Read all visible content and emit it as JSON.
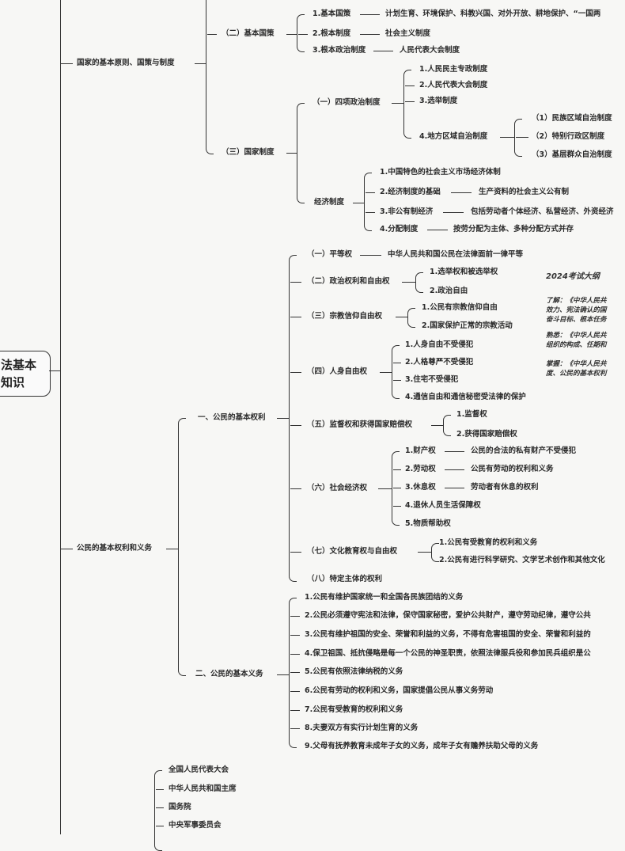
{
  "root": {
    "line1": "法基本",
    "line2": "知识"
  },
  "principles": {
    "label": "国家的基本原则、国策与制度",
    "policy": {
      "label": "（二）基本国策",
      "items": [
        {
          "k": "1.基本国策",
          "v": "计划生育、环境保护、科教兴国、对外开放、耕地保护、“一国两"
        },
        {
          "k": "2.根本制度",
          "v": "社会主义制度"
        },
        {
          "k": "3.根本政治制度",
          "v": "人民代表大会制度"
        }
      ]
    },
    "system": {
      "label": "（三）国家制度",
      "political": {
        "label": "（一）四项政治制度",
        "items": [
          "1.人民民主专政制度",
          "2.人民代表大会制度",
          "3.选举制度",
          "4.地方区域自治制度"
        ],
        "sub": [
          "（1）民族区域自治制度",
          "（2）特别行政区制度",
          "（3）基层群众自治制度"
        ]
      },
      "economic": {
        "label": "经济制度",
        "items": [
          {
            "k": "1.中国特色的社会主义市场经济体制"
          },
          {
            "k": "2.经济制度的基础",
            "v": "生产资料的社会主义公有制"
          },
          {
            "k": "3.非公有制经济",
            "v": "包括劳动者个体经济、私营经济、外资经济"
          },
          {
            "k": "4.分配制度",
            "v": "按劳分配为主体、多种分配方式并存"
          }
        ]
      }
    }
  },
  "citizens": {
    "label": "公民的基本权利和义务",
    "rights": {
      "label": "一、公民的基本权利",
      "groups": [
        {
          "label": "（一）平等权",
          "v": "中华人民共和国公民在法律面前一律平等"
        },
        {
          "label": "（二）政治权利和自由权",
          "items": [
            "1.选举权和被选举权",
            "2.政治自由"
          ]
        },
        {
          "label": "（三）宗教信仰自由权",
          "items": [
            "1.公民有宗教信仰自由",
            "2.国家保护正常的宗教活动"
          ]
        },
        {
          "label": "（四）人身自由权",
          "items": [
            "1.人身自由不受侵犯",
            "2.人格尊严不受侵犯",
            "3.住宅不受侵犯",
            "4.通信自由和通信秘密受法律的保护"
          ]
        },
        {
          "label": "（五）监督权和获得国家赔偿权",
          "items": [
            "1.监督权",
            "2.获得国家赔偿权"
          ]
        },
        {
          "label": "（六）社会经济权",
          "items": [
            {
              "k": "1.财产权",
              "v": "公民的合法的私有财产不受侵犯"
            },
            {
              "k": "2.劳动权",
              "v": "公民有劳动的权利和义务"
            },
            {
              "k": "3.休息权",
              "v": "劳动者有休息的权利"
            },
            {
              "k": "4.退休人员生活保障权"
            },
            {
              "k": "5.物质帮助权"
            }
          ]
        },
        {
          "label": "（七）文化教育权与自由权",
          "items": [
            "1.公民有受教育的权利和义务",
            "2.公民有进行科学研究、文学艺术创作和其他文化"
          ]
        },
        {
          "label": "（八）特定主体的权利"
        }
      ]
    },
    "duties": {
      "label": "二、公民的基本义务",
      "items": [
        "1.公民有维护国家统一和全国各民族团结的义务",
        "2.公民必须遵守宪法和法律，保守国家秘密，爱护公共财产，遵守劳动纪律，遵守公共",
        "3.公民有维护祖国的安全、荣誉和利益的义务，不得有危害祖国的安全、荣誉和利益的",
        "4.保卫祖国、抵抗侵略是每一个公民的神圣职责，依照法律服兵役和参加民兵组织是公",
        "5.公民有依照法律纳税的义务",
        "6.公民有劳动的权利和义务，国家提倡公民从事义务劳动",
        "7.公民有受教育的权利和义务",
        "8.夫妻双方有实行计划生育的义务",
        "9.父母有抚养教育未成年子女的义务，成年子女有赡养扶助父母的义务"
      ]
    }
  },
  "organs": {
    "items": [
      "全国人民代表大会",
      "中华人民共和国主席",
      "国务院",
      "中央军事委员会"
    ]
  },
  "outline": {
    "title": "2024考试大纲",
    "lines": [
      "了解：《中华人民共",
      "效力、宪法确认的国",
      "奋斗目标、根本任务",
      "熟悉：《中华人民共",
      "组织的构成、任期和",
      "掌握：《中华人民共",
      "度、公民的基本权利"
    ]
  }
}
